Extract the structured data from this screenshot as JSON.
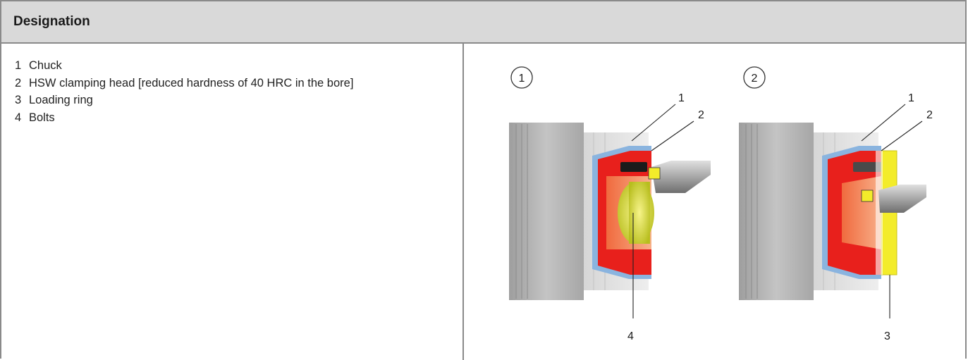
{
  "header": {
    "title": "Designation"
  },
  "legend": [
    {
      "num": "1",
      "label": "Chuck"
    },
    {
      "num": "2",
      "label": "HSW clamping head [reduced hardness of 40 HRC in the bore]"
    },
    {
      "num": "3",
      "label": "Loading ring"
    },
    {
      "num": "4",
      "label": "Bolts"
    }
  ],
  "figure": {
    "views": [
      {
        "badge": "1",
        "callouts": {
          "top_a": "1",
          "top_b": "2",
          "bottom": "4"
        }
      },
      {
        "badge": "2",
        "callouts": {
          "top_a": "1",
          "top_b": "2",
          "bottom": "3"
        }
      }
    ],
    "colors": {
      "clamping_head": "#e8201c",
      "bore": "#f2845c",
      "bolts": "#d9e03a",
      "loading_ring": "#f3ec2a",
      "seal": "#8ab4df",
      "chuck": "#bdbdbd"
    }
  }
}
